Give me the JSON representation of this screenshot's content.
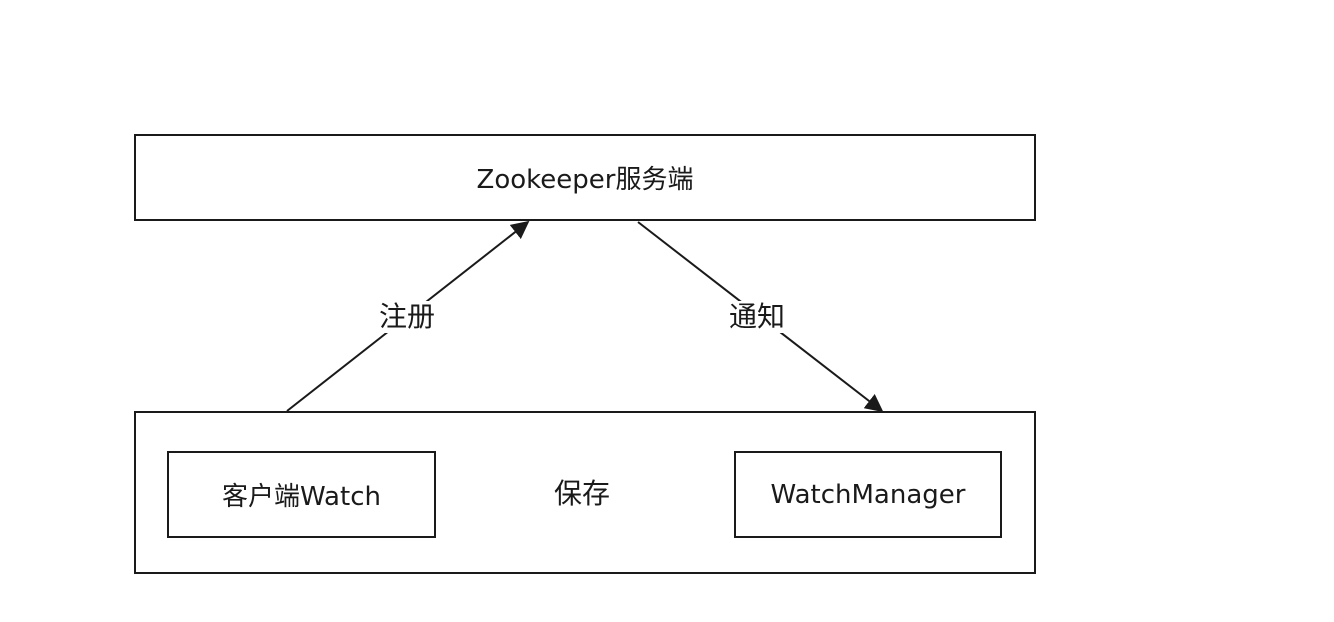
{
  "server": {
    "label": "Zookeeper服务端"
  },
  "client": {
    "watch_label": "客户端Watch",
    "manager_label": "WatchManager"
  },
  "edges": {
    "register": "注册",
    "notify": "通知",
    "save": "保存"
  },
  "colors": {
    "stroke": "#1a1a1a",
    "background": "#ffffff"
  }
}
